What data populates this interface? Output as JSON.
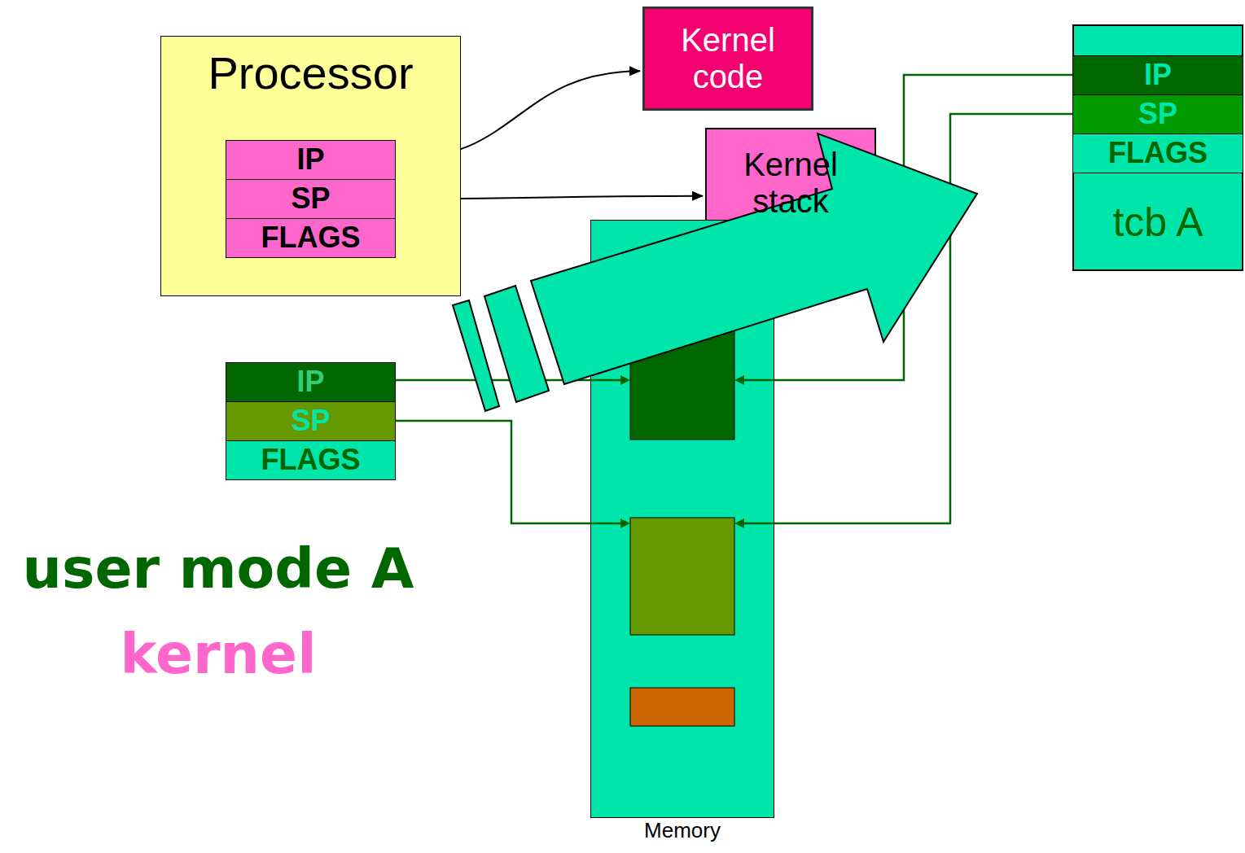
{
  "diagram": {
    "nodes": [
      {
        "text": [
          "Processor"
        ]
      },
      {
        "text": [
          "IP"
        ],
        "in": 0
      },
      {
        "text": [
          "SP"
        ],
        "in": 0
      },
      {
        "text": [
          "FLAGS"
        ],
        "in": 0
      },
      {
        "text": [
          "Kernel code"
        ]
      },
      {
        "text": [
          "Kernel stack"
        ]
      },
      {
        "text": [
          "tcb A"
        ]
      },
      {
        "text": [
          "IP"
        ],
        "in": 6
      },
      {
        "text": [
          "SP"
        ],
        "in": 6
      },
      {
        "text": [
          "FLAGS"
        ],
        "in": 6
      },
      {
        "text": [
          "IP"
        ]
      },
      {
        "text": [
          "SP"
        ]
      },
      {
        "text": [
          "FLAGS"
        ]
      },
      {
        "text": [
          "Memory"
        ]
      }
    ],
    "edges": [
      {
        "from": 1,
        "to": 4,
        "arrow": "to"
      },
      {
        "from": 2,
        "to": 5,
        "arrow": "to"
      }
    ],
    "labels": [
      "user mode A",
      "kernel"
    ]
  }
}
